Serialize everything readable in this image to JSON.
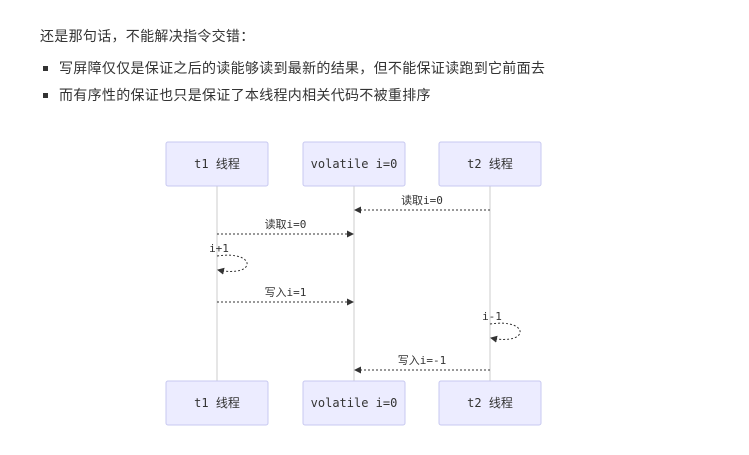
{
  "intro": "还是那句话，不能解决指令交错：",
  "bullets": [
    "写屏障仅仅是保证之后的读能够读到最新的结果，但不能保证读跑到它前面去",
    "而有序性的保证也只是保证了本线程内相关代码不被重排序"
  ],
  "diagram": {
    "type": "sequence",
    "participants": [
      "t1 线程",
      "volatile i=0",
      "t2 线程"
    ],
    "messages": [
      {
        "from": 2,
        "to": 1,
        "label": "读取i=0"
      },
      {
        "from": 0,
        "to": 1,
        "label": "读取i=0"
      },
      {
        "from": 0,
        "to": 0,
        "label": "i+1"
      },
      {
        "from": 0,
        "to": 1,
        "label": "写入i=1"
      },
      {
        "from": 2,
        "to": 2,
        "label": "i-1"
      },
      {
        "from": 2,
        "to": 1,
        "label": "写入i=-1"
      }
    ],
    "colors": {
      "actor_fill": "#ececff",
      "actor_border": "#c7c8f0",
      "lifeline": "#cccccc",
      "message": "#333333"
    }
  }
}
